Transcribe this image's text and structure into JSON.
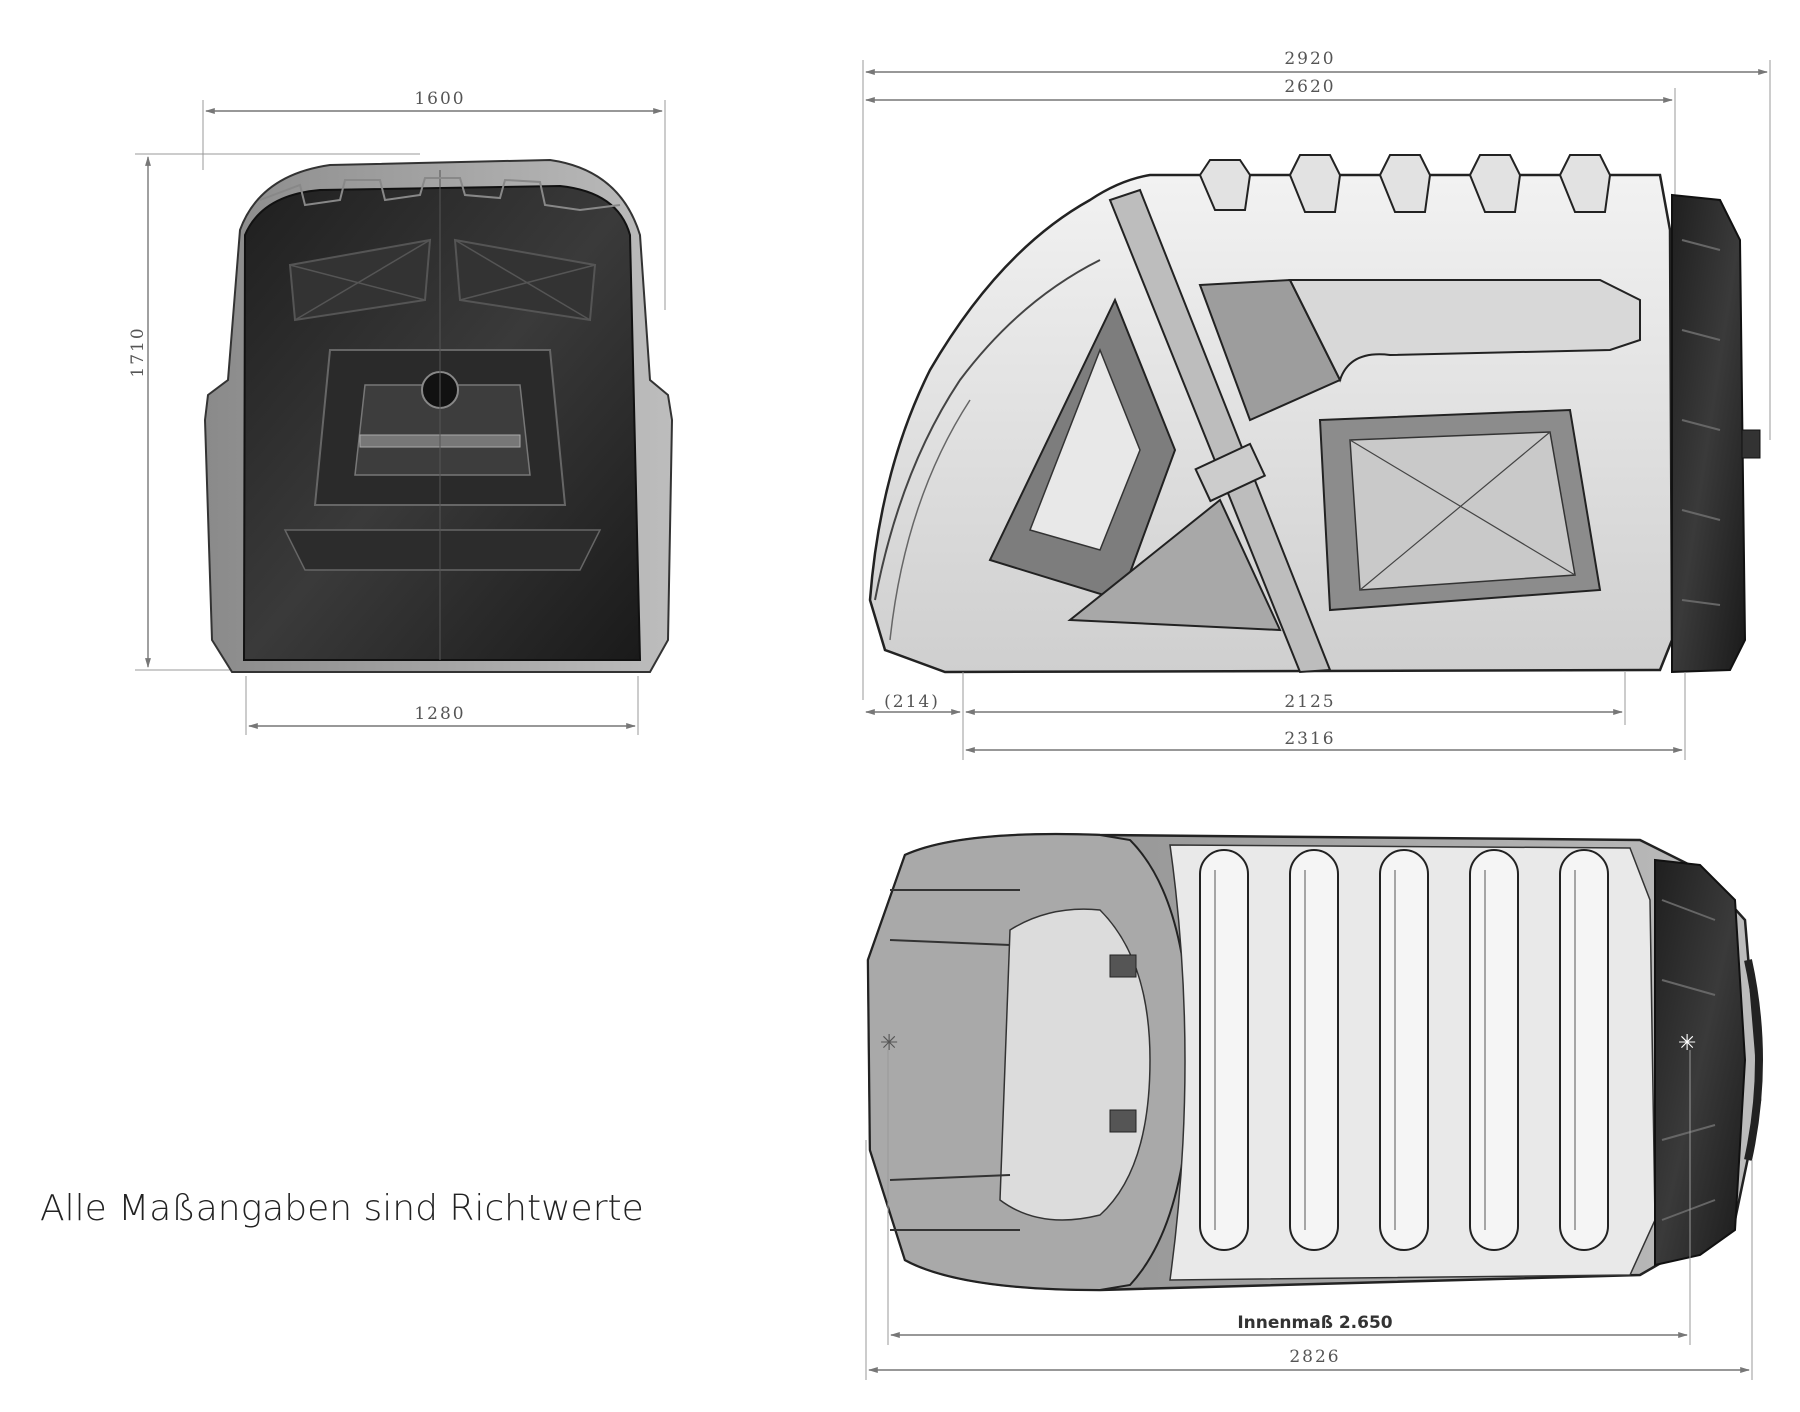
{
  "note": "Alle Maßangaben sind Richtwerte",
  "front_view": {
    "width_top": "1600",
    "height": "1710",
    "width_bottom": "1280"
  },
  "side_view": {
    "length_overall": "2920",
    "length_body": "2620",
    "overhang": "(214)",
    "length_inner": "2125",
    "length_base": "2316"
  },
  "top_view": {
    "inner_length": "Innenmaß 2.650",
    "length_total": "2826"
  },
  "colors": {
    "body_dark": "#2e2e2e",
    "body_light": "#e6e6e6",
    "mid_gray": "#9a9a9a",
    "dimension_line": "#777777"
  }
}
